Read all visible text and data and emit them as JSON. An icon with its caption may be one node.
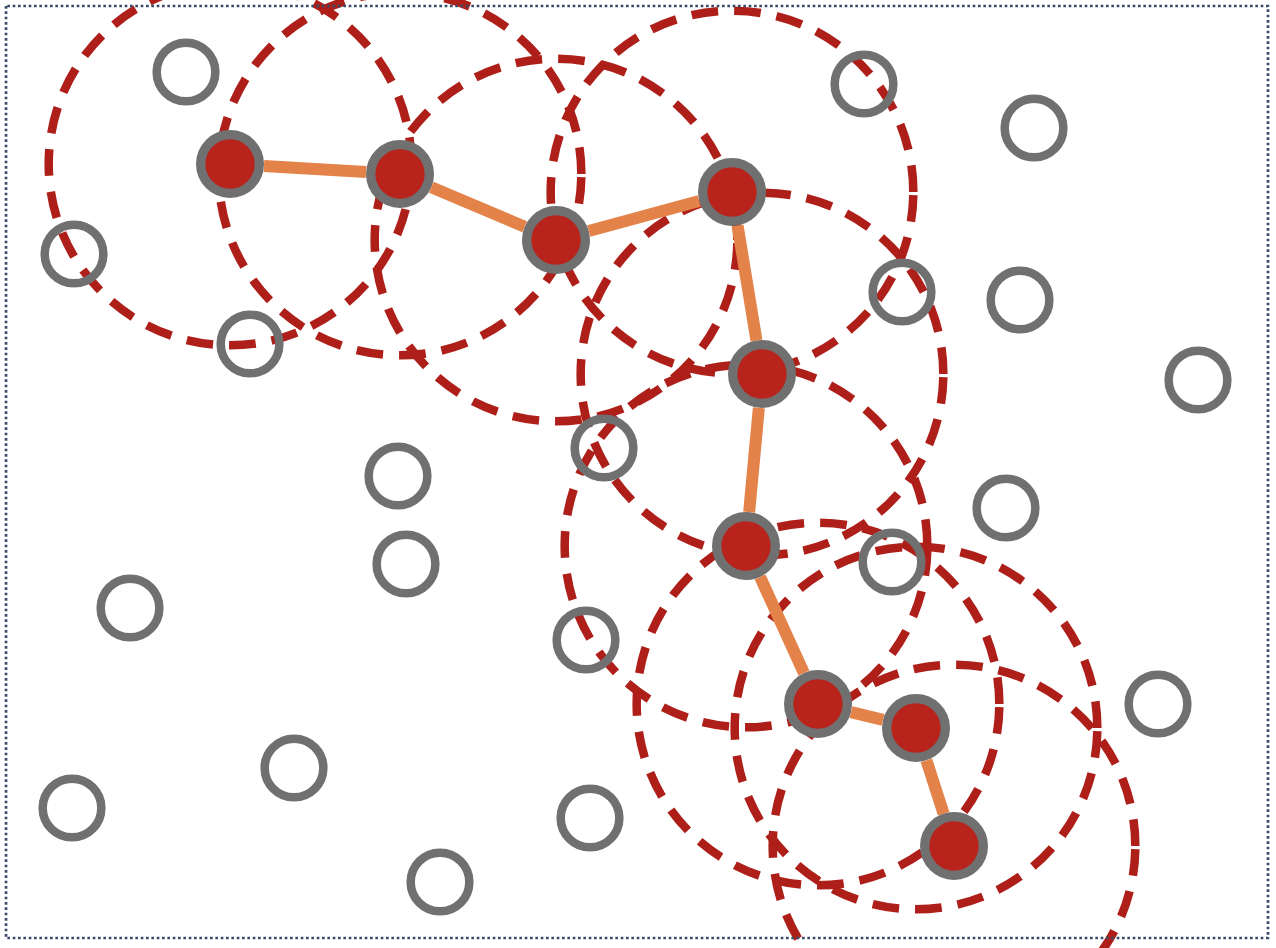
{
  "diagram": {
    "nodes": [
      {
        "text": [],
        "shape": "circle"
      },
      {
        "text": [],
        "shape": "circle"
      },
      {
        "text": [],
        "shape": "circle"
      },
      {
        "text": [],
        "shape": "circle"
      },
      {
        "text": [],
        "shape": "circle"
      },
      {
        "text": [],
        "shape": "circle"
      },
      {
        "text": [],
        "shape": "circle"
      },
      {
        "text": [],
        "shape": "circle"
      },
      {
        "text": [],
        "shape": "circle"
      },
      {
        "text": [],
        "shape": "circle"
      },
      {
        "text": [],
        "shape": "circle"
      },
      {
        "text": [],
        "shape": "circle"
      },
      {
        "text": [],
        "shape": "circle"
      },
      {
        "text": [],
        "shape": "circle"
      },
      {
        "text": [],
        "shape": "circle"
      },
      {
        "text": [],
        "shape": "circle"
      },
      {
        "text": [],
        "shape": "circle"
      },
      {
        "text": [],
        "shape": "circle"
      },
      {
        "text": [],
        "shape": "circle"
      },
      {
        "text": [],
        "shape": "circle"
      },
      {
        "text": [],
        "shape": "circle"
      },
      {
        "text": [],
        "shape": "circle"
      },
      {
        "text": [],
        "shape": "circle"
      },
      {
        "text": [],
        "shape": "circle"
      },
      {
        "text": [],
        "shape": "circle"
      },
      {
        "text": [],
        "shape": "circle"
      },
      {
        "text": [],
        "shape": "circle"
      },
      {
        "text": [],
        "shape": "circle"
      },
      {
        "text": [],
        "shape": "circle"
      }
    ],
    "edges": [
      {
        "from": 3,
        "to": 4,
        "arrow": "none"
      },
      {
        "from": 4,
        "to": 6,
        "arrow": "none"
      },
      {
        "from": 6,
        "to": 5,
        "arrow": "none"
      },
      {
        "from": 5,
        "to": 11,
        "arrow": "none"
      },
      {
        "from": 11,
        "to": 16,
        "arrow": "none"
      },
      {
        "from": 16,
        "to": 21,
        "arrow": "none"
      },
      {
        "from": 21,
        "to": 23,
        "arrow": "none"
      },
      {
        "from": 23,
        "to": 27,
        "arrow": "none"
      }
    ]
  }
}
